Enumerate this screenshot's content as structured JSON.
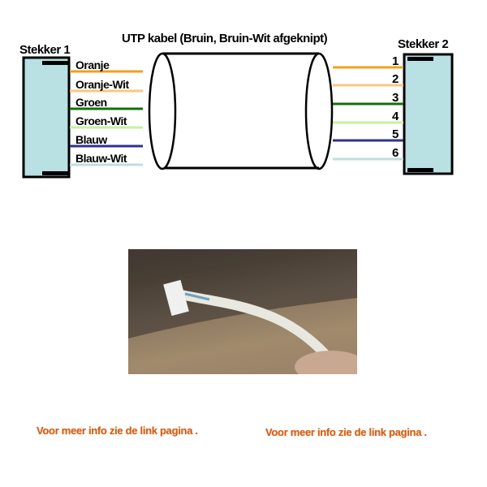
{
  "title": "UTP kabel (Bruin, Bruin-Wit afgeknipt)",
  "left_connector": "Stekker 1",
  "right_connector": "Stekker 2",
  "wires": [
    {
      "label": "Oranje",
      "pin": "1",
      "color": "#f0a020"
    },
    {
      "label": "Oranje-Wit",
      "pin": "2",
      "color": "#f8c880"
    },
    {
      "label": "Groen",
      "pin": "3",
      "color": "#107010"
    },
    {
      "label": "Groen-Wit",
      "pin": "4",
      "color": "#c8f0a0"
    },
    {
      "label": "Blauw",
      "pin": "5",
      "color": "#303090"
    },
    {
      "label": "Blauw-Wit",
      "pin": "6",
      "color": "#c0dde0"
    }
  ],
  "links": [
    "Voor meer info zie de link pagina .",
    "Voor meer info zie de link pagina ."
  ]
}
